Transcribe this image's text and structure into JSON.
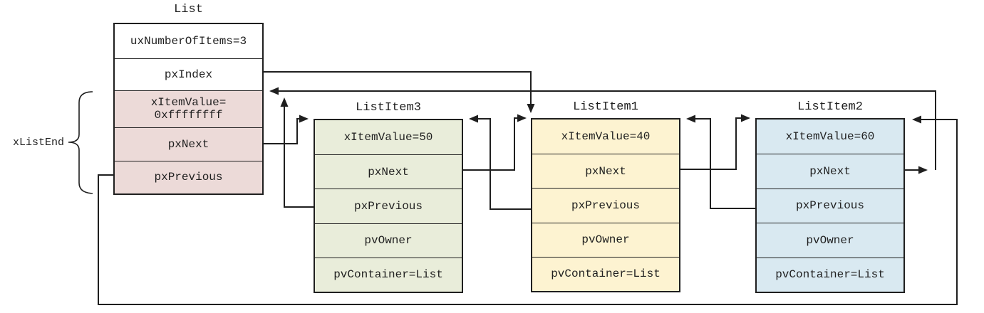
{
  "colors": {
    "background": "#ffffff",
    "line": "#1f1f1f",
    "list_plain_row": "#ffffff",
    "list_end_row": "#ecdad8",
    "item3": "#e9edda",
    "item1": "#fdf3d1",
    "item2": "#d9e9f1"
  },
  "labels": {
    "xlistend": "xListEnd"
  },
  "list": {
    "title": "List",
    "rows": [
      {
        "text": "uxNumberOfItems=3"
      },
      {
        "text": "pxIndex"
      },
      {
        "text": "xItemValue=",
        "text2": "0xffffffff"
      },
      {
        "text": "pxNext"
      },
      {
        "text": "pxPrevious"
      }
    ]
  },
  "items": [
    {
      "title": "ListItem3",
      "rows": [
        "xItemValue=50",
        "pxNext",
        "pxPrevious",
        "pvOwner",
        "pvContainer=List"
      ]
    },
    {
      "title": "ListItem1",
      "rows": [
        "xItemValue=40",
        "pxNext",
        "pxPrevious",
        "pvOwner",
        "pvContainer=List"
      ]
    },
    {
      "title": "ListItem2",
      "rows": [
        "xItemValue=60",
        "pxNext",
        "pxPrevious",
        "pvOwner",
        "pvContainer=List"
      ]
    }
  ],
  "connections": [
    {
      "from": "List.pxIndex",
      "to": "ListItem1"
    },
    {
      "from": "List.xListEnd.pxNext",
      "to": "ListItem3"
    },
    {
      "from": "ListItem3.pxNext",
      "to": "ListItem1"
    },
    {
      "from": "ListItem1.pxNext",
      "to": "ListItem2"
    },
    {
      "from": "ListItem2.pxNext",
      "to": "List.xListEnd"
    },
    {
      "from": "ListItem3.pxPrevious",
      "to": "List.xListEnd"
    },
    {
      "from": "ListItem1.pxPrevious",
      "to": "ListItem3"
    },
    {
      "from": "ListItem2.pxPrevious",
      "to": "ListItem1"
    },
    {
      "from": "List.xListEnd.pxPrevious",
      "to": "ListItem2"
    }
  ]
}
